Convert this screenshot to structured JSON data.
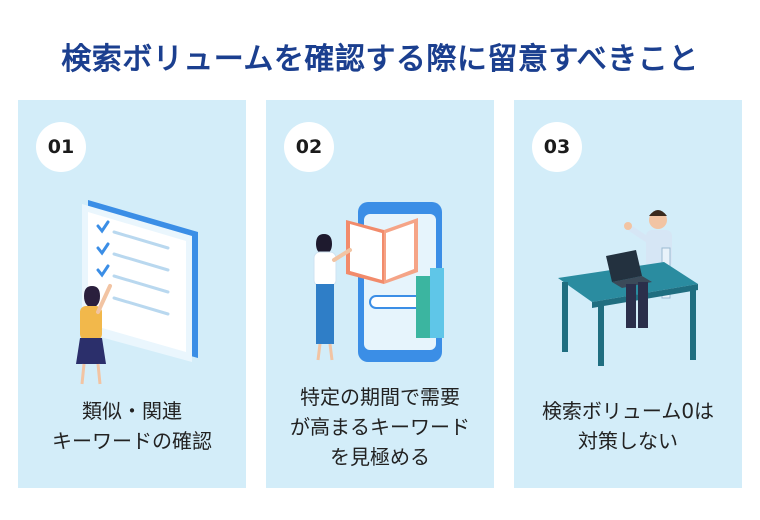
{
  "title": "検索ボリュームを確認する際に留意すべきこと",
  "cards": [
    {
      "number": "01",
      "lines": [
        "類似・関連",
        "キーワードの確認"
      ]
    },
    {
      "number": "02",
      "lines": [
        "特定の期間で需要",
        "が高まるキーワード",
        "を見極める"
      ]
    },
    {
      "number": "03",
      "lines": [
        "検索ボリューム0は",
        "対策しない"
      ]
    }
  ],
  "colors": {
    "title": "#1b3f8f",
    "card_background": "#d3edf9",
    "number_circle": "#ffffff",
    "accent_blue": "#3b8ee6",
    "desk_teal": "#2a8ca0"
  },
  "icons": [
    "checklist-board-illustration",
    "phone-books-illustration",
    "desk-worker-illustration"
  ]
}
